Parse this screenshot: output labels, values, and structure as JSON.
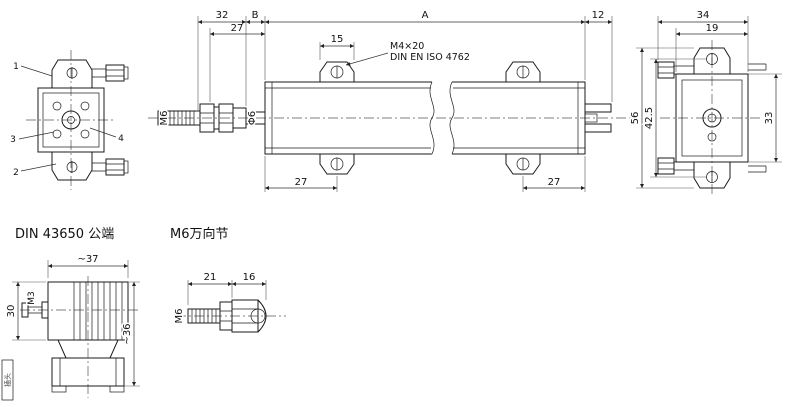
{
  "sections": {
    "din_label": "DIN 43650 公端",
    "joint_label": "M6万向节"
  },
  "main_view": {
    "dim_32": "32",
    "dim_B": "B",
    "dim_A": "A",
    "dim_12": "12",
    "dim_27_top": "27",
    "dim_15": "15",
    "screw_note_line1": "M4×20",
    "screw_note_line2": "DIN EN ISO 4762",
    "label_m6": "M6",
    "label_phi6": "Φ6",
    "dim_27_left": "27",
    "dim_27_right": "27"
  },
  "left_view": {
    "callout_1": "1",
    "callout_2": "2",
    "callout_3": "3",
    "callout_4": "4"
  },
  "right_view": {
    "dim_34": "34",
    "dim_19": "19",
    "dim_56": "56",
    "dim_42_5": "42.5",
    "dim_33": "33"
  },
  "connector_view": {
    "dim_width": "~37",
    "label_m3": "M3",
    "dim_30": "30",
    "dim_36": "~36",
    "stamp": "插头"
  },
  "joint_view": {
    "dim_21": "21",
    "dim_16": "16",
    "label_m6": "M6"
  }
}
